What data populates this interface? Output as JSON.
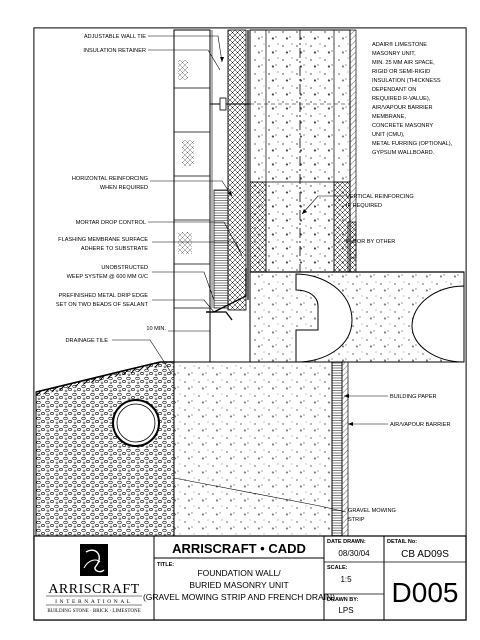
{
  "labels": {
    "adjustable_wall_tie": "ADJUSTABLE WALL TIE",
    "insulation_retainer": "INSULATION RETAINER",
    "wall_assembly": [
      "ADAIR® LIMESTONE",
      "MASONRY UNIT,",
      "MIN. 25 MM AIR SPACE,",
      "RIGID OR SEMI-RIGID",
      "INSULATION (THICKNESS",
      "DEPENDANT ON",
      "REQUIRED R-VALUE),",
      "AIR/VAPOUR BARRIER",
      "MEMBRANE,",
      "CONCRETE MASONRY",
      "UNIT (CMU),",
      "METAL FURRING (OPTIONAL),",
      "GYPSUM WALLBOARD."
    ],
    "horizontal_reinforcing": [
      "HORIZONTAL REINFORCING",
      "WHEN REQUIRED"
    ],
    "vertical_reinforcing": [
      "VERTICAL REINFORCING",
      "IF REQUIRED"
    ],
    "mortar_drop_control": "MORTAR DROP CONTROL",
    "flashing_membrane": [
      "FLASHING MEMBRANE SURFACE",
      "ADHERE TO SUBSTRATE"
    ],
    "floor_by_other": "FLOOR BY OTHER",
    "weep_system": [
      "UNOBSTRUCTED",
      "WEEP SYSTEM @ 600 MM O/C"
    ],
    "drip_edge": [
      "PREFINISHED METAL DRIP EDGE",
      "SET ON TWO BEADS OF SEALANT"
    ],
    "min_dim": "10 MIN.",
    "drainage_tile": "DRAINAGE TILE",
    "building_paper": "BUILDING PAPER",
    "air_vapour_barrier": "AIR/VAPOUR BARRIER",
    "gravel_mowing_strip": [
      "GRAVEL MOWING",
      "STRIP"
    ]
  },
  "title_block": {
    "brand": "ARRISCRAFT • CADD",
    "title_label": "TITLE:",
    "title_lines": [
      "FOUNDATION WALL/",
      "BURIED MASONRY UNIT",
      "(GRAVEL MOWING STRIP AND FRENCH DRAIN)"
    ],
    "date_label": "DATE DRAWN:",
    "date": "08/30/04",
    "scale_label": "SCALE:",
    "scale": "1:5",
    "drawn_by_label": "DRAWN BY:",
    "drawn_by": "LPS",
    "detail_label": "DETAIL No:",
    "detail_no": "CB AD09S",
    "sheet_no": "D005"
  },
  "logo": {
    "name": "ARRISCRAFT",
    "international": "INTERNATIONAL",
    "tagline": "BUILDING STONE · BRICK · LIMESTONE"
  }
}
